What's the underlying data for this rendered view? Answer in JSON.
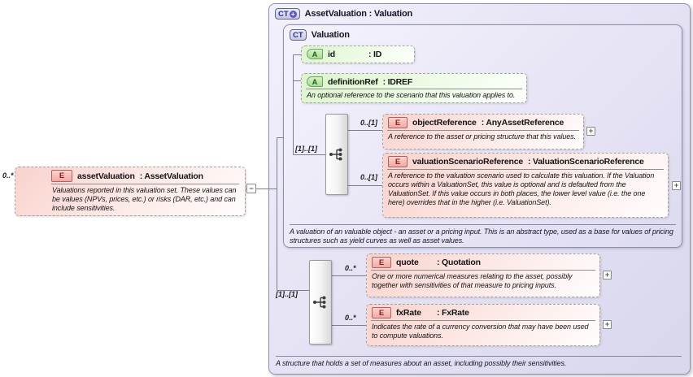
{
  "diagram": {
    "collapse_glyph": "−",
    "expand_glyph": "+",
    "left_element": {
      "cardinality": "0..*",
      "badge": "E",
      "name": "assetValuation",
      "type_label": ": AssetValuation",
      "description": "Valuations reported in this valuation set. These values can be values (NPVs, prices, etc.) or risks (DAR, etc.) and can include sensitivities."
    },
    "container": {
      "badge": "CT",
      "badge_plus": "+",
      "title": "AssetValuation : Valuation",
      "description": "A structure that holds a set of measures about an asset, including possibly their sensitivities.",
      "base": {
        "badge": "CT",
        "title": "Valuation",
        "description": "A valuation of an valuable object - an asset or a pricing input. This is an abstract type, used as a base for values of pricing structures such as yield curves as well as asset values.",
        "attributes": [
          {
            "badge": "A",
            "name": "id",
            "type_label": ": ID"
          },
          {
            "badge": "A",
            "name": "definitionRef",
            "type_label": ": IDREF",
            "description": "An optional reference to the scenario that this valuation applies to."
          }
        ],
        "sequence": {
          "cardinality": "[1]..[1]"
        },
        "elements": [
          {
            "badge": "E",
            "cardinality": "0..[1]",
            "name": "objectReference",
            "type_label": ": AnyAssetReference",
            "description": "A reference to the asset or pricing structure that this values."
          },
          {
            "badge": "E",
            "cardinality": "0..[1]",
            "name": "valuationScenarioReference",
            "type_label": ": ValuationScenarioReference",
            "description": "A reference to the valuation scenario used to calculate this valuation. If the Valuation occurs within a ValuationSet, this value is optional and is defaulted from the ValuationSet. If this value occurs in both places, the lower level value (i.e. the one here) overrides that in the higher (i.e. ValuationSet)."
          }
        ]
      },
      "extension": {
        "sequence": {
          "cardinality": "[1]..[1]"
        },
        "elements": [
          {
            "badge": "E",
            "cardinality": "0..*",
            "name": "quote",
            "type_label": ": Quotation",
            "description": "One or more numerical measures relating to the asset, possibly together with sensitivities of that measure to pricing inputs."
          },
          {
            "badge": "E",
            "cardinality": "0..*",
            "name": "fxRate",
            "type_label": ": FxRate",
            "description": "Indicates the rate of a currency conversion that may have been used to compute valuations."
          }
        ]
      }
    },
    "colors": {
      "element_fill": "#fad2cc",
      "attribute_fill": "#e6f8dc",
      "container_fill": "#e5e3f4",
      "element_badge": "#f1a8a3",
      "attribute_badge": "#a9dc92",
      "ct_badge": "#c9c8e8",
      "connector": "#7d7d92"
    }
  }
}
